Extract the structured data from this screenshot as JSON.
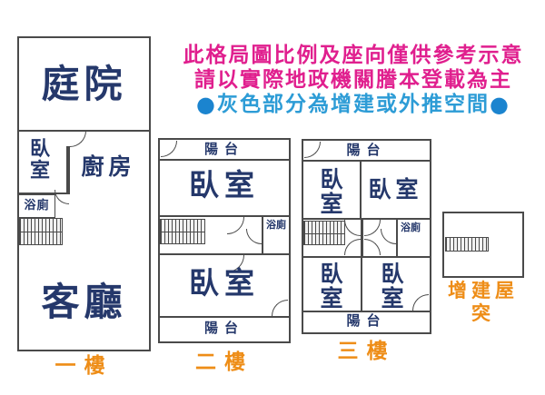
{
  "header": {
    "line1": "此格局圖比例及座向僅供參考示意",
    "line2": "請以實際地政機關謄本登載為主",
    "line3": "灰色部分為增建或外推空間",
    "bullet": "●"
  },
  "floors": {
    "f1": {
      "label": "一樓",
      "courtyard": "庭院",
      "bedroom": "臥室",
      "kitchen": "廚房",
      "bath": "浴廁",
      "living": "客廳"
    },
    "f2": {
      "label": "二樓",
      "balcony_top": "陽台",
      "bedroom_top": "臥室",
      "bath": "浴廁",
      "bedroom_bottom": "臥室",
      "balcony_bottom": "陽台"
    },
    "f3": {
      "label": "三樓",
      "balcony_top": "陽台",
      "bedroom_top_left": "臥室",
      "bedroom_top_right": "臥室",
      "bath": "浴廁",
      "bedroom_bottom_left": "臥室",
      "bedroom_bottom_right": "臥室",
      "balcony_bottom": "陽台"
    },
    "rooftop": {
      "label": "增建屋突"
    }
  },
  "colors": {
    "room_text": "#25386b",
    "warning_text": "#e01f8e",
    "note_text": "#2d9cd6",
    "bullet": "#1b84cf",
    "floor_label": "#ee8d17",
    "wall": "#4a4a4a"
  }
}
